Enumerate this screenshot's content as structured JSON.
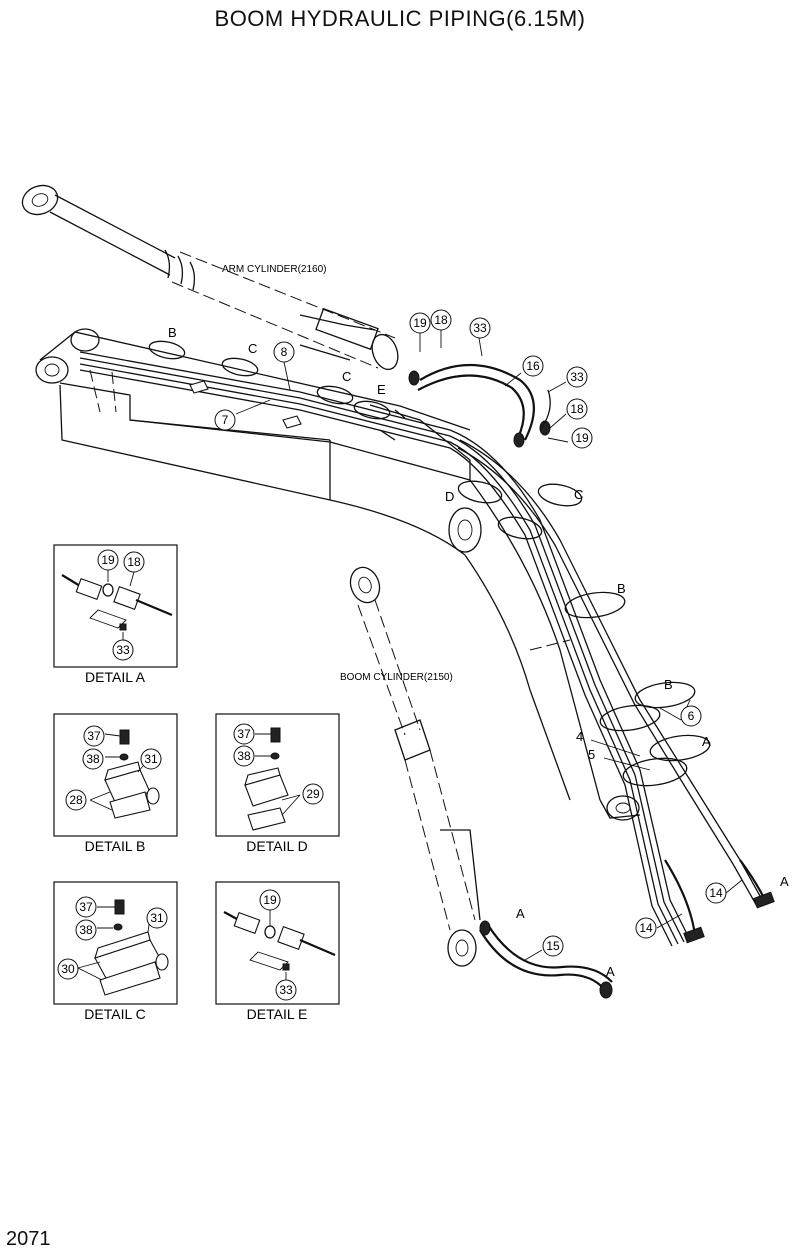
{
  "title": "BOOM HYDRAULIC  PIPING(6.15M)",
  "page_number": "2071",
  "labels": {
    "arm_cylinder": "ARM CYLINDER(2160)",
    "boom_cylinder": "BOOM CYLINDER(2150)"
  },
  "detail_letters": {
    "a": "A",
    "b": "B",
    "c": "C",
    "d": "D",
    "e": "E"
  },
  "callouts": {
    "n4": "4",
    "n5": "5",
    "n6": "6",
    "n7": "7",
    "n8": "8",
    "n14": "14",
    "n15": "15",
    "n16": "16",
    "n18": "18",
    "n19": "19",
    "n28": "28",
    "n29": "29",
    "n30": "30",
    "n31": "31",
    "n33": "33",
    "n37": "37",
    "n38": "38"
  },
  "details": {
    "a": "DETAIL  A",
    "b": "DETAIL  B",
    "c": "DETAIL  C",
    "d": "DETAIL  D",
    "e": "DETAIL  E"
  }
}
